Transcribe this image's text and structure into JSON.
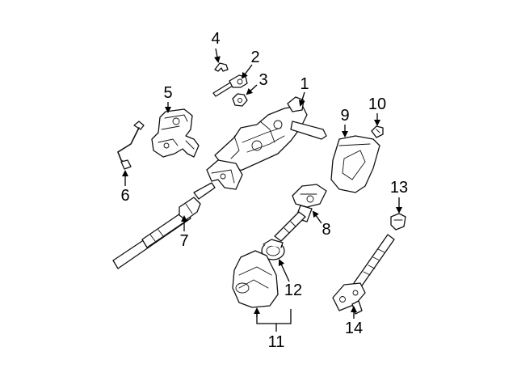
{
  "diagram": {
    "background": "#ffffff",
    "line_color": "#000000",
    "callouts": {
      "c1": "1",
      "c2": "2",
      "c3": "3",
      "c4": "4",
      "c5": "5",
      "c6": "6",
      "c7": "7",
      "c8": "8",
      "c9": "9",
      "c10": "10",
      "c11": "11",
      "c12": "12",
      "c13": "13",
      "c14": "14"
    }
  }
}
